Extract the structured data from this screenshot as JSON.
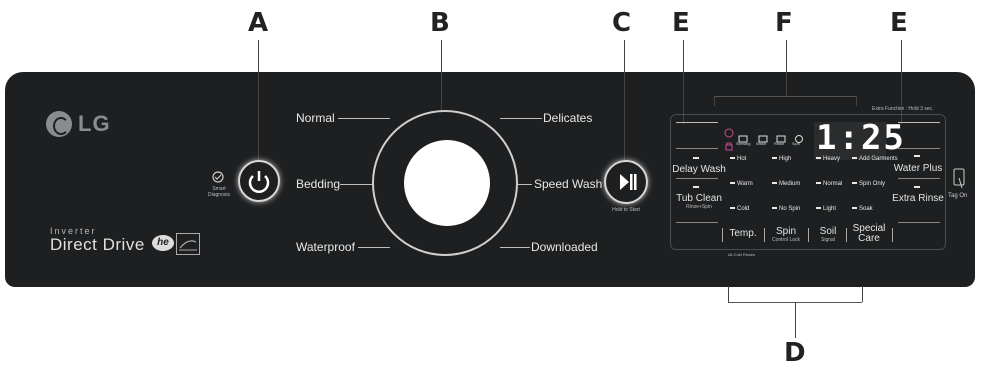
{
  "callouts": {
    "a": "A",
    "b": "B",
    "c": "C",
    "e_left": "E",
    "f": "F",
    "e_right": "E",
    "d": "D"
  },
  "brand": {
    "logo": "LG",
    "inverter": "Inverter",
    "direct_drive": "Direct Drive",
    "he_badge": "he"
  },
  "power": {
    "smart_diagnosis": "Smart Diagnosis"
  },
  "cycles": {
    "normal": "Normal",
    "bedding": "Bedding",
    "waterproof": "Waterproof",
    "delicates": "Delicates",
    "speed_wash": "Speed Wash",
    "downloaded": "Downloaded"
  },
  "start": {
    "hint": "Hold to Start"
  },
  "left_buttons": {
    "delay_wash": "Delay Wash",
    "tub_clean": "Tub Clean",
    "tub_clean_sub": "Rinse+Spin"
  },
  "right_buttons": {
    "water_plus": "Water Plus",
    "extra_rinse": "Extra Rinse"
  },
  "extra_function": "Extra Function : Hold 3 sec.",
  "tag_on": "Tag On",
  "status_icons": [
    "Sensing",
    "Wash",
    "Rinse",
    "Spin"
  ],
  "display": {
    "time": "1:25"
  },
  "temp_options": [
    "Hot",
    "Warm",
    "Cold"
  ],
  "spin_options": [
    "High",
    "Medium",
    "No Spin"
  ],
  "soil_options": [
    "Heavy",
    "Normal",
    "Light"
  ],
  "care_options": [
    "Add Garments",
    "Spin Only",
    "Soak"
  ],
  "bottom": {
    "temp": "Temp.",
    "spin": "Spin",
    "spin_sub": "Control Lock",
    "soil": "Soil",
    "soil_sub": "Signal",
    "special": "Special",
    "care": "Care",
    "all_cold_rinses": "All Cold Rinses"
  }
}
